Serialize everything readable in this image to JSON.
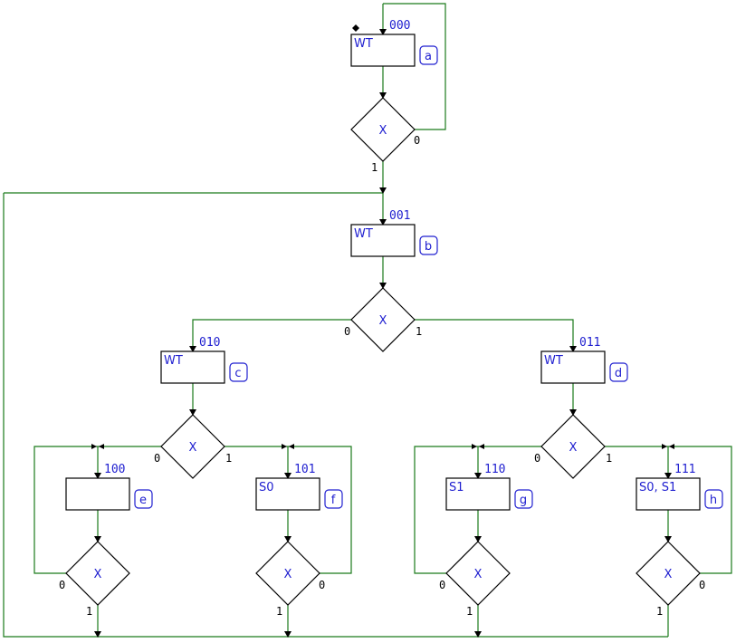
{
  "states": {
    "a": {
      "code": "000",
      "output": "WT",
      "label": "a"
    },
    "b": {
      "code": "001",
      "output": "WT",
      "label": "b"
    },
    "c": {
      "code": "010",
      "output": "WT",
      "label": "c"
    },
    "d": {
      "code": "011",
      "output": "WT",
      "label": "d"
    },
    "e": {
      "code": "100",
      "output": "",
      "label": "e"
    },
    "f": {
      "code": "101",
      "output": "S0",
      "label": "f"
    },
    "g": {
      "code": "110",
      "output": "S1",
      "label": "g"
    },
    "h": {
      "code": "111",
      "output": "S0, S1",
      "label": "h"
    }
  },
  "decisions": {
    "a": {
      "condition": "X",
      "zero": "0",
      "one": "1"
    },
    "b": {
      "condition": "X",
      "zero": "0",
      "one": "1"
    },
    "c": {
      "condition": "X",
      "zero": "0",
      "one": "1"
    },
    "d": {
      "condition": "X",
      "zero": "0",
      "one": "1"
    },
    "e": {
      "condition": "X",
      "zero": "0",
      "one": "1"
    },
    "f": {
      "condition": "X",
      "zero": "0",
      "one": "1"
    },
    "g": {
      "condition": "X",
      "zero": "0",
      "one": "1"
    },
    "h": {
      "condition": "X",
      "zero": "0",
      "one": "1"
    }
  },
  "colors": {
    "wire": "#1a7a1a",
    "text": "#2020d0",
    "outline": "#000000"
  }
}
